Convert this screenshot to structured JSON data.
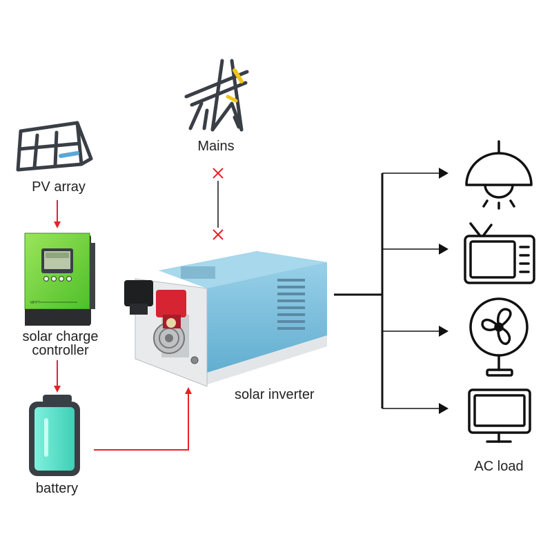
{
  "labels": {
    "mains": "Mains",
    "pv_array": "PV array",
    "controller_line1": "solar charge",
    "controller_line2": "controller",
    "battery": "battery",
    "inverter": "solar inverter",
    "ac_load": "AC load"
  },
  "controller_brand": "MPPT",
  "colors": {
    "arrow_red": "#e8202a",
    "line_black": "#111111",
    "inverter_blue": "#7fc3de",
    "controller_green": "#7dd63a",
    "battery_teal": "#5fe0c8",
    "panel_accent": "#5aa7d8",
    "mains_accent": "#f0c419"
  },
  "icons": [
    "mains-tower-icon",
    "solar-panel-icon",
    "lamp-icon",
    "tv-icon",
    "fan-icon",
    "monitor-icon"
  ]
}
